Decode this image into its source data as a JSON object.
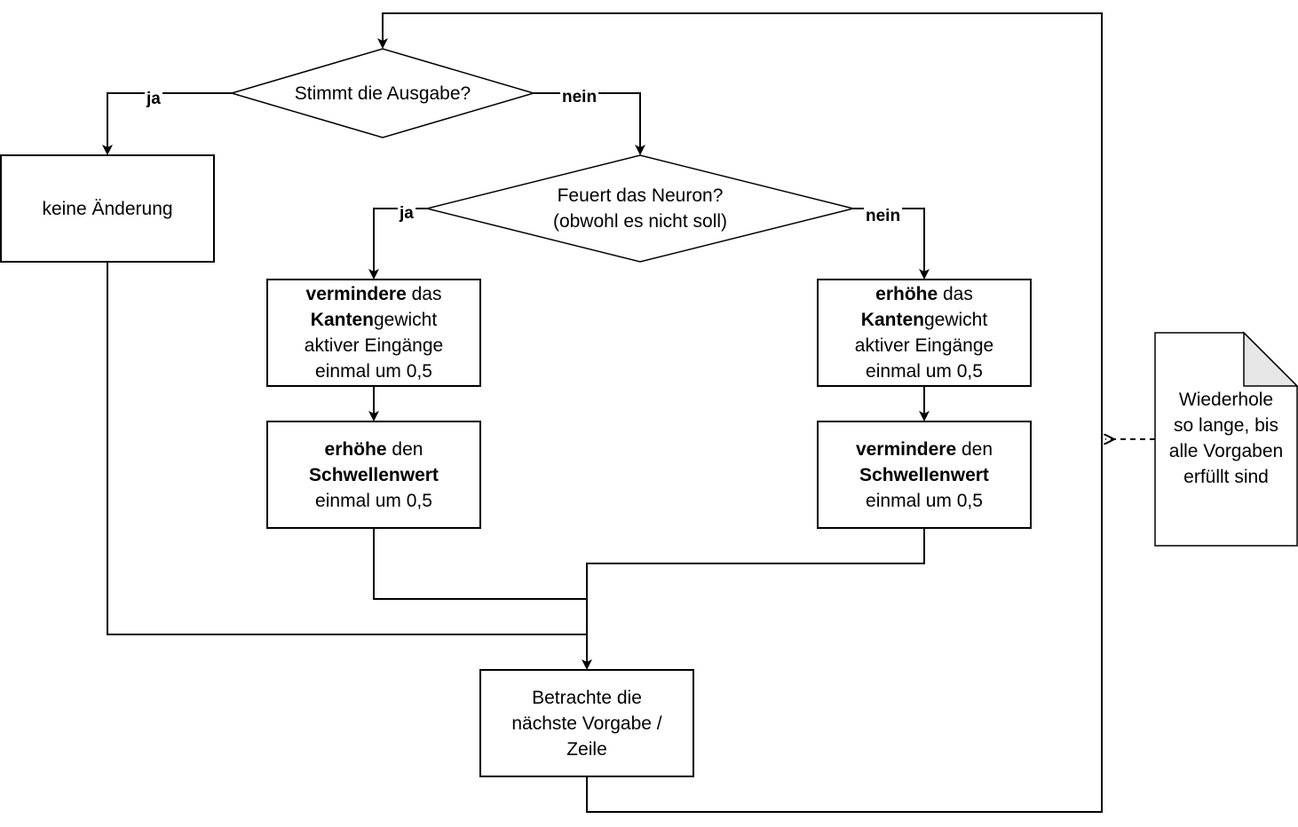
{
  "nodes": {
    "decision_output": {
      "line1": "Stimmt die Ausgabe?"
    },
    "decision_fire": {
      "line1": "Feuert das Neuron?",
      "line2": "(obwohl es nicht soll)"
    },
    "no_change": {
      "text": "keine Änderung"
    },
    "decrease_weights": {
      "bold1": "vermindere",
      "rest1": " das",
      "bold2": "Kanten",
      "rest2": "gewicht",
      "line3": "aktiver Eingänge",
      "line4": "einmal um 0,5"
    },
    "increase_threshold": {
      "bold1": "erhöhe",
      "rest1": " den",
      "bold2": "Schwellenwert",
      "line3": "einmal um 0,5"
    },
    "increase_weights": {
      "bold1": "erhöhe",
      "rest1": " das",
      "bold2": "Kanten",
      "rest2": "gewicht",
      "line3": "aktiver Eingänge",
      "line4": "einmal um 0,5"
    },
    "decrease_threshold": {
      "bold1": "vermindere",
      "rest1": " den",
      "bold2": "Schwellenwert",
      "line3": "einmal um 0,5"
    },
    "next_row": {
      "line1": "Betrachte die",
      "line2": "nächste Vorgabe /",
      "line3": "Zeile"
    },
    "repeat_note": {
      "line1": "Wiederhole",
      "line2": "so lange, bis",
      "line3": "alle Vorgaben",
      "line4": "erfüllt sind"
    }
  },
  "edge_labels": {
    "output_yes": "ja",
    "output_no": "nein",
    "fire_yes": "ja",
    "fire_no": "nein"
  }
}
